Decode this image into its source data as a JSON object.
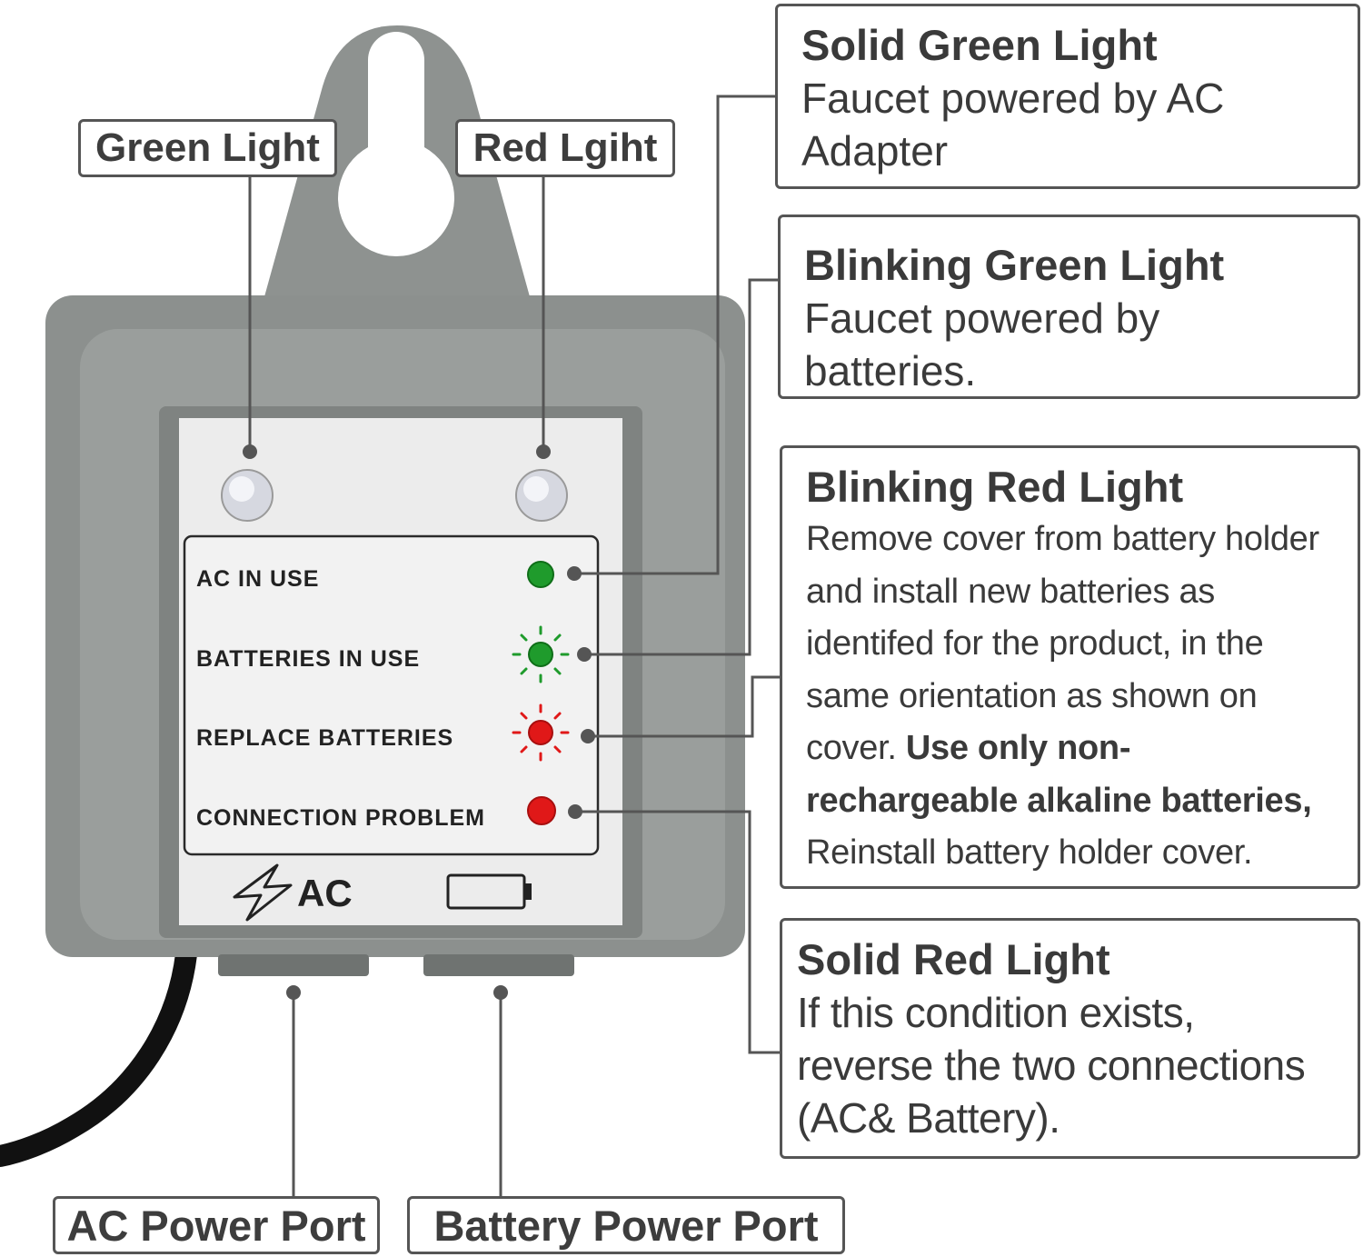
{
  "colors": {
    "led_green": "#1f9b2c",
    "led_red": "#e01818",
    "housing": "#8e9290",
    "panel": "#ececec"
  },
  "top_labels": {
    "green_light": "Green Light",
    "red_light": "Red Lgiht"
  },
  "panel": {
    "rows": [
      {
        "label": "AC IN USE",
        "indicator": "green-dot"
      },
      {
        "label": "BATTERIES IN USE",
        "indicator": "green-blinking"
      },
      {
        "label": "REPLACE BATTERIES",
        "indicator": "red-blinking"
      },
      {
        "label": "CONNECTION PROBLEM",
        "indicator": "red-dot"
      }
    ],
    "ac_symbol": "AC",
    "icons": [
      "lightning-icon",
      "battery-icon"
    ]
  },
  "callouts": [
    {
      "title": "Solid Green Light",
      "text": "Faucet powered by AC Adapter"
    },
    {
      "title": "Blinking Green Light",
      "text": "Faucet powered by batteries."
    },
    {
      "title": "Blinking Red Light",
      "text_pre": "Remove cover from battery holder and install new batteries as identifed for the product, in the same orientation as shown on cover.",
      "text_bold": "Use only non-rechargeable alkaline batteries,",
      "text_post": "Reinstall battery holder cover."
    },
    {
      "title": "Solid Red Light",
      "text": "If this condition exists, reverse the two connections (AC& Battery)."
    }
  ],
  "bottom_labels": {
    "ac_port": "AC Power Port",
    "battery_port": "Battery Power Port"
  }
}
